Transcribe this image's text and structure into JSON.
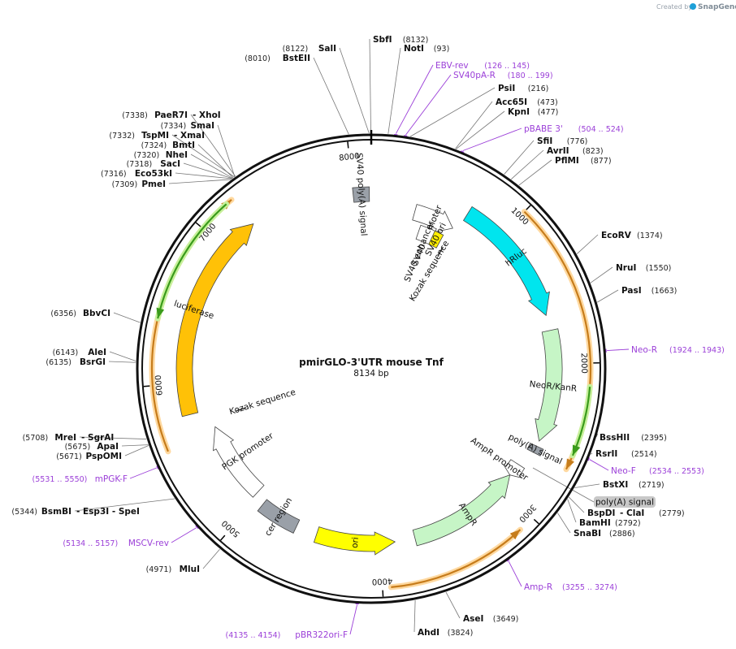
{
  "credit": {
    "prefix": "Created by",
    "brand": "SnapGene"
  },
  "plasmid": {
    "name": "pmirGLO-3'UTR mouse Tnf",
    "size_label": "8134 bp",
    "length": 8134
  },
  "ticks": [
    {
      "label": "1000",
      "pos": 1000
    },
    {
      "label": "2000",
      "pos": 2000
    },
    {
      "label": "3000",
      "pos": 3000
    },
    {
      "label": "4000",
      "pos": 4000
    },
    {
      "label": "5000",
      "pos": 5000
    },
    {
      "label": "6000",
      "pos": 6000
    },
    {
      "label": "7000",
      "pos": 7000
    },
    {
      "label": "8000",
      "pos": 8000
    }
  ],
  "sites": [
    {
      "name": "SbfI",
      "pos_label": "(8132)",
      "pos": 8132
    },
    {
      "name": "SalI",
      "pos_label": "(8122)",
      "pos": 8122
    },
    {
      "name": "BstEII",
      "pos_label": "(8010)",
      "pos": 8010
    },
    {
      "name": "NotI",
      "pos_label": "(93)",
      "pos": 93
    },
    {
      "name": "PsiI",
      "pos_label": "(216)",
      "pos": 216
    },
    {
      "name": "Acc65I",
      "pos_label": "(473)",
      "pos": 473
    },
    {
      "name": "KpnI",
      "pos_label": "(477)",
      "pos": 477
    },
    {
      "name": "SfiI",
      "pos_label": "(776)",
      "pos": 776
    },
    {
      "name": "AvrII",
      "pos_label": "(823)",
      "pos": 823
    },
    {
      "name": "PflMI",
      "pos_label": "(877)",
      "pos": 877
    },
    {
      "name": "EcoRV",
      "pos_label": "(1374)",
      "pos": 1374
    },
    {
      "name": "NruI",
      "pos_label": "(1550)",
      "pos": 1550
    },
    {
      "name": "PasI",
      "pos_label": "(1663)",
      "pos": 1663
    },
    {
      "name": "BssHII",
      "pos_label": "(2395)",
      "pos": 2395
    },
    {
      "name": "RsrII",
      "pos_label": "(2514)",
      "pos": 2514
    },
    {
      "name": "BstXI",
      "pos_label": "(2719)",
      "pos": 2719
    },
    {
      "name": "BspDI",
      "pos_label": "(2779)",
      "pos": 2779,
      "extra": "- ClaI"
    },
    {
      "name": "BamHI",
      "pos_label": "(2792)",
      "pos": 2792
    },
    {
      "name": "SnaBI",
      "pos_label": "(2886)",
      "pos": 2886
    },
    {
      "name": "AseI",
      "pos_label": "(3649)",
      "pos": 3649
    },
    {
      "name": "AhdI",
      "pos_label": "(3824)",
      "pos": 3824
    },
    {
      "name": "MluI",
      "pos_label": "(4971)",
      "pos": 4971
    },
    {
      "name": "BsmBI",
      "pos_label": "(5344)",
      "pos": 5344,
      "extra": "- Esp3I   - SpeI"
    },
    {
      "name": "PspOMI",
      "pos_label": "(5671)",
      "pos": 5671
    },
    {
      "name": "ApaI",
      "pos_label": "(5675)",
      "pos": 5675
    },
    {
      "name": "MreI",
      "pos_label": "(5708)",
      "pos": 5708,
      "extra": "- SgrAI"
    },
    {
      "name": "BsrGI",
      "pos_label": "(6135)",
      "pos": 6135
    },
    {
      "name": "AleI",
      "pos_label": "(6143)",
      "pos": 6143
    },
    {
      "name": "BbvCI",
      "pos_label": "(6356)",
      "pos": 6356
    },
    {
      "name": "PmeI",
      "pos_label": "(7309)",
      "pos": 7309
    },
    {
      "name": "Eco53kI",
      "pos_label": "(7316)",
      "pos": 7316
    },
    {
      "name": "SacI",
      "pos_label": "(7318)",
      "pos": 7318
    },
    {
      "name": "NheI",
      "pos_label": "(7320)",
      "pos": 7320
    },
    {
      "name": "BmtI",
      "pos_label": "(7324)",
      "pos": 7324
    },
    {
      "name": "TspMI",
      "pos_label": "(7332)",
      "pos": 7332,
      "extra": "- XmaI"
    },
    {
      "name": "SmaI",
      "pos_label": "(7334)",
      "pos": 7334
    },
    {
      "name": "PaeR7I",
      "pos_label": "(7338)",
      "pos": 7338,
      "extra": "- XhoI"
    }
  ],
  "primers": [
    {
      "name": "EBV-rev",
      "range": "(126 .. 145)",
      "start": 126,
      "end": 145
    },
    {
      "name": "SV40pA-R",
      "range": "(180 .. 199)",
      "start": 180,
      "end": 199
    },
    {
      "name": "pBABE 3'",
      "range": "(504 .. 524)",
      "start": 504,
      "end": 524
    },
    {
      "name": "Neo-R",
      "range": "(1924 .. 1943)",
      "start": 1924,
      "end": 1943
    },
    {
      "name": "Neo-F",
      "range": "(2534 .. 2553)",
      "start": 2534,
      "end": 2553
    },
    {
      "name": "Amp-R",
      "range": "(3255 .. 3274)",
      "start": 3255,
      "end": 3274
    },
    {
      "name": "pBR322ori-F",
      "range": "(4135 .. 4154)",
      "start": 4135,
      "end": 4154
    },
    {
      "name": "MSCV-rev",
      "range": "(5134 .. 5157)",
      "start": 5134,
      "end": 5157
    },
    {
      "name": "mPGK-F",
      "range": "(5531 .. 5550)",
      "start": 5531,
      "end": 5550
    }
  ],
  "features": [
    {
      "label": "SV40 poly(A) signal",
      "start": 8000,
      "end": 8120,
      "color": "#9aa0a8",
      "type": "box"
    },
    {
      "label": "SV40 promoter",
      "start": 350,
      "end": 680,
      "color": "#ffffff",
      "type": "arrow-cw"
    },
    {
      "label": "SV40 enhancer",
      "start": 430,
      "end": 580,
      "color": "#ffffff",
      "type": "box"
    },
    {
      "label": "SV40 ori",
      "start": 560,
      "end": 640,
      "color": "#ffee00",
      "type": "box"
    },
    {
      "label": "Kozak sequence",
      "start": 690,
      "end": 700,
      "color": "#ffffff",
      "type": "mark"
    },
    {
      "label": "hRluc",
      "start": 720,
      "end": 1650,
      "color": "#00e5ee",
      "type": "arrow-cw"
    },
    {
      "label": "NeoR/KanR",
      "start": 1760,
      "end": 2560,
      "color": "#c6f5c6",
      "type": "arrow-cw"
    },
    {
      "label": "poly(A) signal",
      "start": 2600,
      "end": 2650,
      "color": "#9aa0a8",
      "type": "box"
    },
    {
      "label": "AmpR promoter",
      "start": 2780,
      "end": 2880,
      "color": "#ffffff",
      "type": "arrow-cw"
    },
    {
      "label": "AmpR",
      "start": 2880,
      "end": 3740,
      "color": "#c6f5c6",
      "type": "arrow-ccw"
    },
    {
      "label": "ori",
      "start": 3890,
      "end": 4480,
      "color": "#ffff00",
      "type": "arrow-ccw"
    },
    {
      "label": "cer region",
      "start": 4640,
      "end": 4940,
      "color": "#9aa0a8",
      "type": "box"
    },
    {
      "label": "PGK promoter",
      "start": 5030,
      "end": 5640,
      "color": "#ffffff",
      "type": "arrow-cw"
    },
    {
      "label": "Kozak sequence",
      "start": 5710,
      "end": 5720,
      "color": "#ffffff",
      "type": "mark"
    },
    {
      "label": "luciferase",
      "start": 5780,
      "end": 7250,
      "color": "#ffc107",
      "type": "arrow-cw"
    }
  ],
  "outer_arcs": [
    {
      "start": 1000,
      "end": 2650,
      "dir": "cw",
      "fill": "#c67c1b",
      "glow": "#ffd9a0"
    },
    {
      "start": 3100,
      "end": 3950,
      "dir": "ccw",
      "fill": "#c67c1b",
      "glow": "#ffd9a0"
    },
    {
      "start": 5600,
      "end": 7240,
      "dir": "cw",
      "fill": "#c67c1b",
      "glow": "#ffd9a0"
    },
    {
      "start": 2140,
      "end": 2560,
      "dir": "cw",
      "fill": "#3a9b1b",
      "glow": "#c6f09b"
    },
    {
      "start": 6400,
      "end": 7200,
      "dir": "ccw",
      "fill": "#3a9b1b",
      "glow": "#c6f09b"
    }
  ],
  "colors": {
    "primer": "#9b3fd8",
    "backbone": "#111111",
    "line": "#777777"
  }
}
